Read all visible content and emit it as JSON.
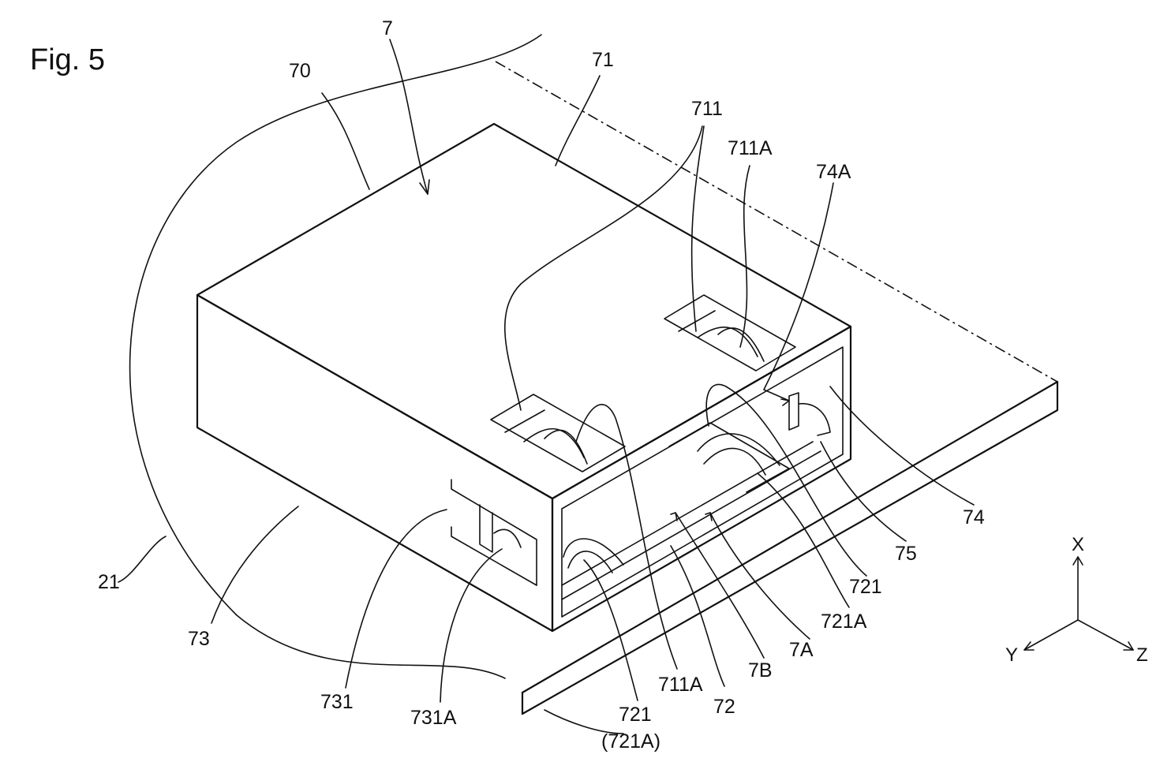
{
  "figure_title": "Fig. 5",
  "labels": {
    "l7": "7",
    "l70": "70",
    "l71": "71",
    "l711": "711",
    "l711A_top": "711A",
    "l74A": "74A",
    "l74": "74",
    "l75": "75",
    "l721_right": "721",
    "l721A_right": "721A",
    "l7A": "7A",
    "l7B": "7B",
    "l72": "72",
    "l711A_bottom": "711A",
    "l721_bottom": "721",
    "l721A_paren": "(721A)",
    "l731A": "731A",
    "l731": "731",
    "l73": "73",
    "l21": "21"
  },
  "axes": {
    "x": "X",
    "y": "Y",
    "z": "Z"
  }
}
